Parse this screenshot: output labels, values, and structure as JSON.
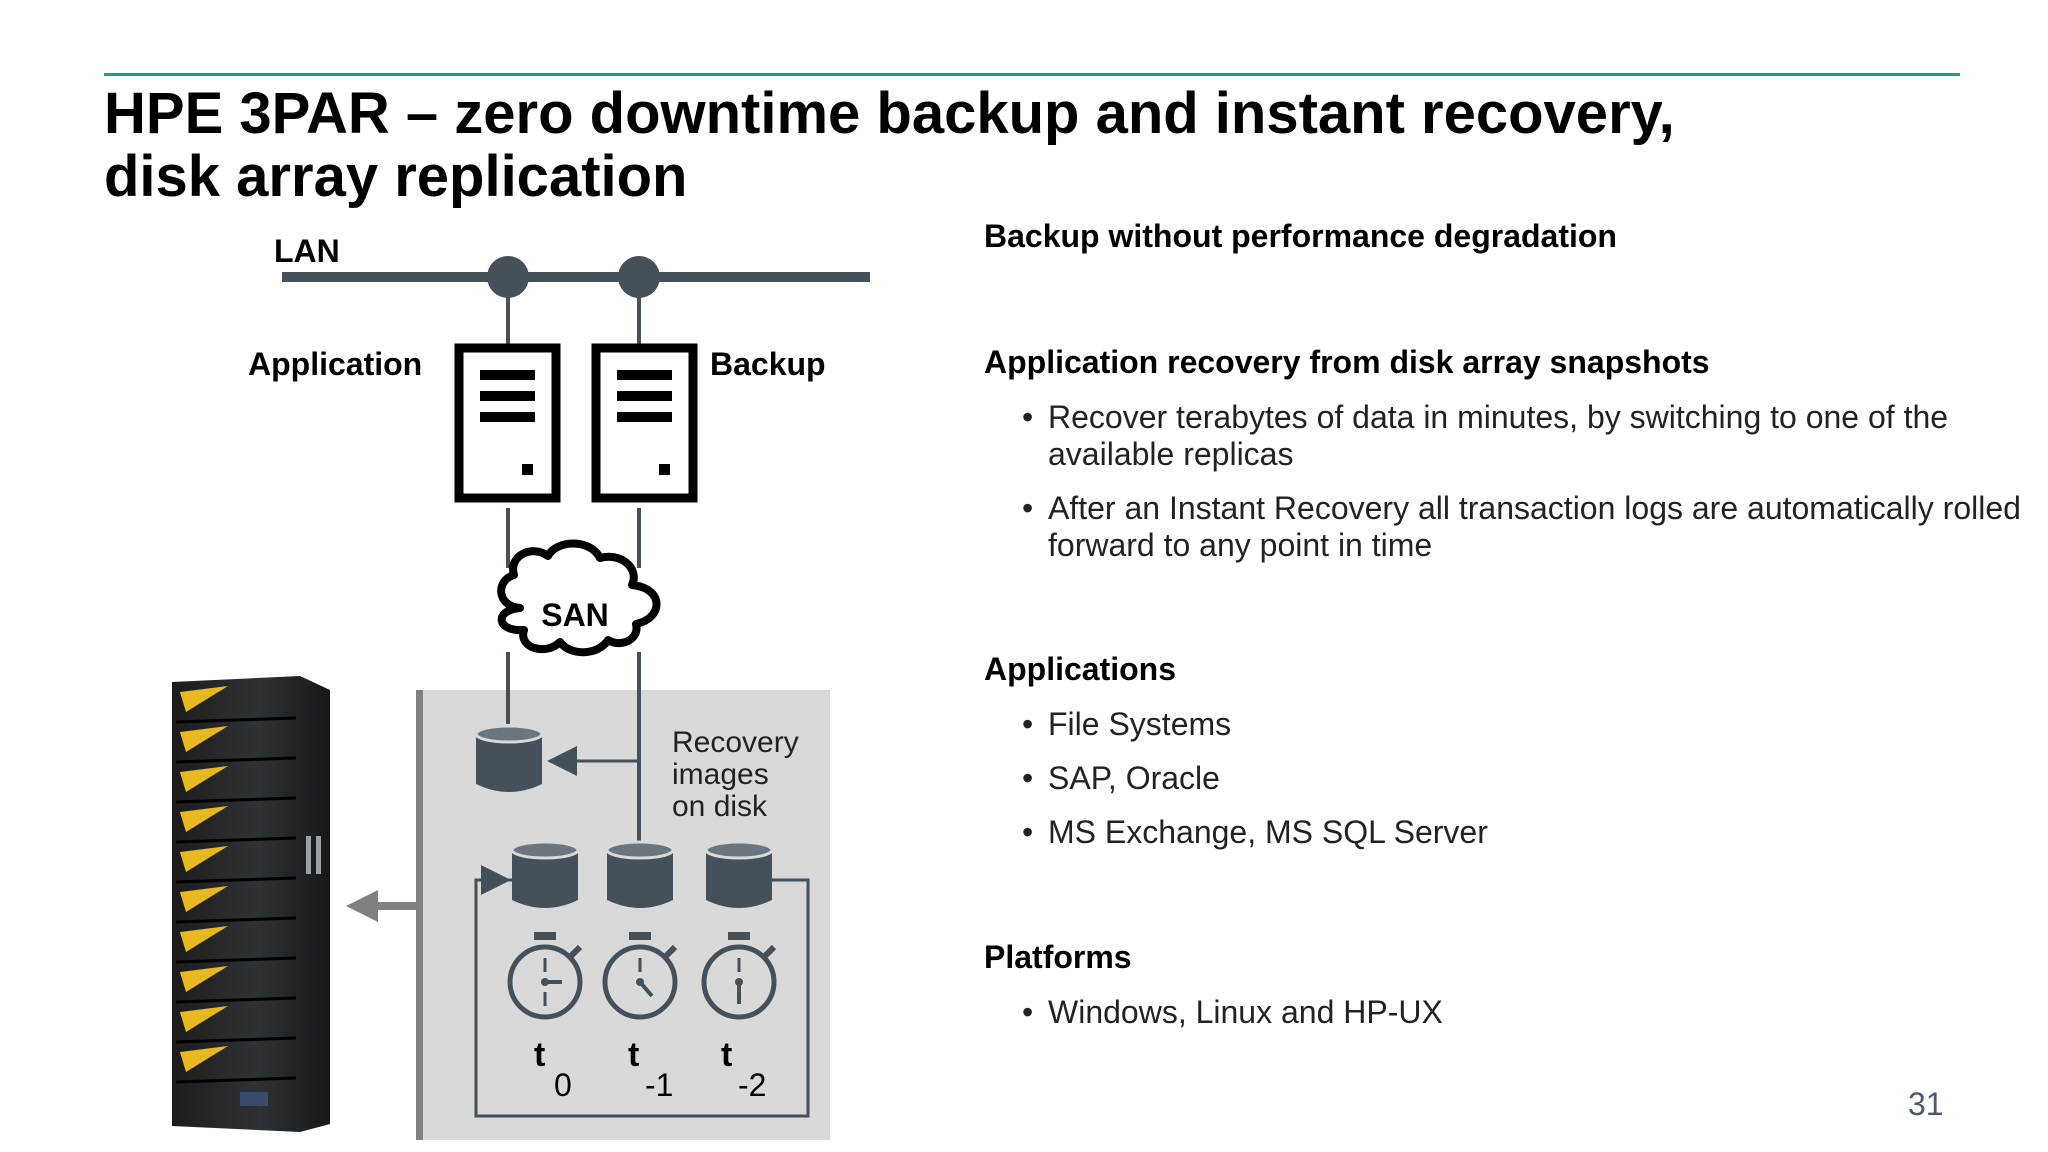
{
  "slide": {
    "title_line1": "HPE 3PAR – zero downtime backup and instant recovery,",
    "title_line2": "disk array replication",
    "page_number": "31",
    "accent_color": "#1a9c86"
  },
  "diagram": {
    "lan_label": "LAN",
    "application_label": "Application",
    "backup_label": "Backup",
    "san_label": "SAN",
    "recovery_line1": "Recovery",
    "recovery_line2": "images",
    "recovery_line3": "on disk",
    "snapshots": [
      {
        "t": "t",
        "sub": "0"
      },
      {
        "t": "t",
        "sub": "-1"
      },
      {
        "t": "t",
        "sub": "-2"
      }
    ],
    "icons": [
      "server-icon",
      "cloud-icon",
      "disk-icon",
      "stopwatch-icon",
      "storage-rack-icon",
      "arrow-left-icon"
    ]
  },
  "content": {
    "sections": [
      {
        "heading": "Backup without performance degradation",
        "bullets": []
      },
      {
        "heading": "Application recovery from disk array snapshots",
        "bullets": [
          "Recover terabytes of data in minutes, by switching to one of the available replicas",
          "After an Instant Recovery all transaction logs are automatically rolled forward to any point in time"
        ]
      },
      {
        "heading": "Applications",
        "bullets": [
          "File Systems",
          "SAP, Oracle",
          "MS Exchange, MS SQL Server"
        ]
      },
      {
        "heading": "Platforms",
        "bullets": [
          "Windows, Linux and HP-UX"
        ]
      }
    ]
  }
}
